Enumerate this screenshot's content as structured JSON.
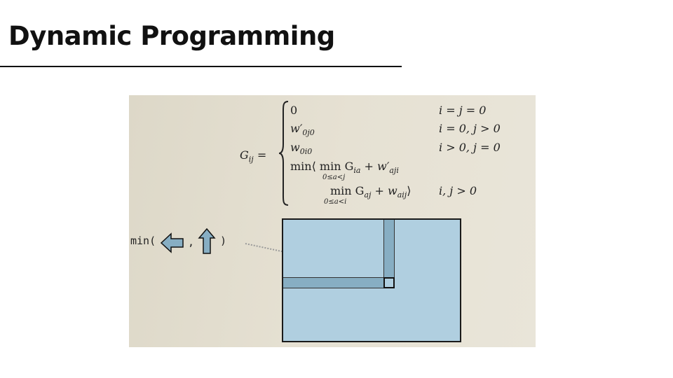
{
  "slide": {
    "title": "Dynamic Programming"
  },
  "formula": {
    "lhs": "G",
    "lhs_sub": "ij",
    "equals": "=",
    "cases": [
      {
        "expr": "0",
        "cond": "i = j = 0"
      },
      {
        "expr": "w′",
        "expr_sub": "0j0",
        "cond": "i = 0, j > 0"
      },
      {
        "expr": "w",
        "expr_sub": "0i0",
        "cond": "i > 0, j = 0"
      },
      {
        "expr": "min⟨  min G",
        "expr_sub": "ia",
        "expr_tail": " + w′",
        "tail_sub": "aji",
        "under": "0≤a<j"
      },
      {
        "expr": "min G",
        "expr_sub": "aj",
        "expr_tail": " + w",
        "tail_sub": "aij",
        "close": "⟩",
        "under": "0≤a<i",
        "cond": "i, j > 0"
      }
    ]
  },
  "diagram": {
    "min_label": "min(",
    "comma": ",",
    "close_paren": ")",
    "colors": {
      "matrix": "#b0cfe0",
      "bar": "#87aec3"
    }
  }
}
